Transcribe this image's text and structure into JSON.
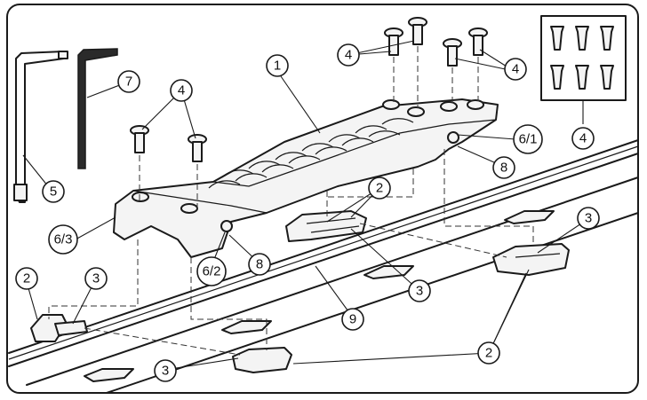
{
  "callouts": [
    {
      "label": "1"
    },
    {
      "label": "2"
    },
    {
      "label": "2"
    },
    {
      "label": "2"
    },
    {
      "label": "3"
    },
    {
      "label": "3"
    },
    {
      "label": "3"
    },
    {
      "label": "3"
    },
    {
      "label": "4"
    },
    {
      "label": "4"
    },
    {
      "label": "4"
    },
    {
      "label": "4"
    },
    {
      "label": "5"
    },
    {
      "label": "7"
    },
    {
      "label": "6/1"
    },
    {
      "label": "6/2"
    },
    {
      "label": "6/3"
    },
    {
      "label": "8"
    },
    {
      "label": "8"
    },
    {
      "label": "9"
    }
  ],
  "colors": {
    "ink": "#1a1a1a",
    "paper": "#ffffff"
  }
}
